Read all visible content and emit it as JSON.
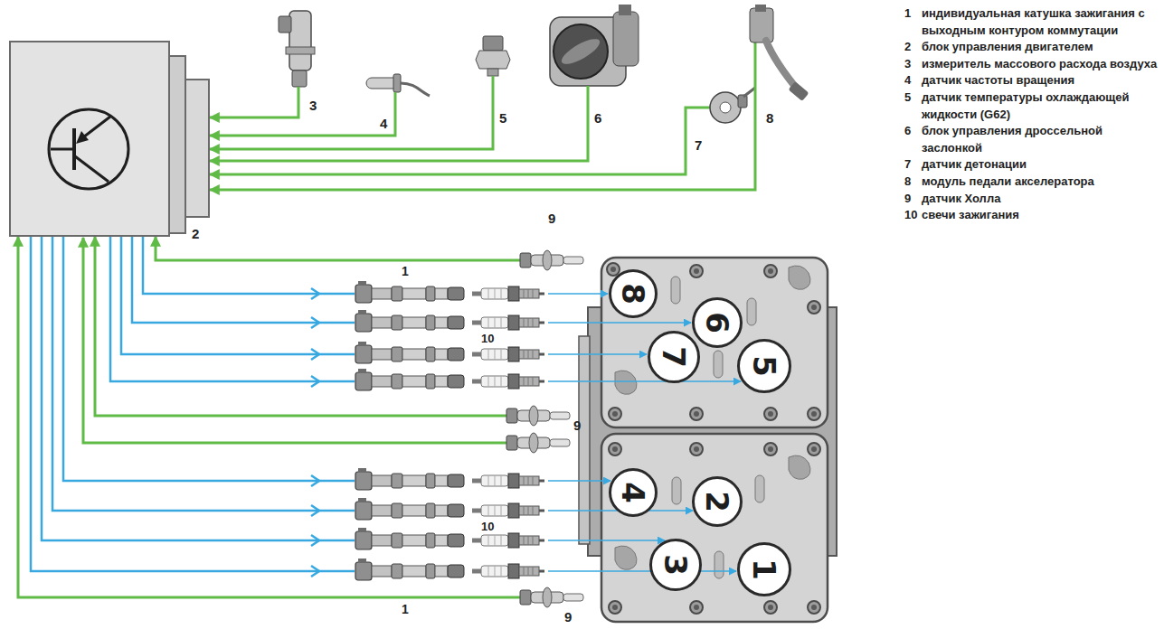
{
  "diagram": {
    "nodes": [
      {
        "text": [
          "2"
        ]
      },
      {
        "text": [
          "3"
        ]
      },
      {
        "text": [
          "4"
        ]
      },
      {
        "text": [
          "5"
        ]
      },
      {
        "text": [
          "6"
        ]
      },
      {
        "text": [
          "7"
        ]
      },
      {
        "text": [
          "8"
        ]
      },
      {
        "text": [
          "9"
        ]
      },
      {
        "text": [
          "9"
        ]
      },
      {
        "text": [
          "9"
        ]
      },
      {
        "text": [
          "8"
        ]
      },
      {
        "text": [
          "6"
        ]
      },
      {
        "text": [
          "7"
        ]
      },
      {
        "text": [
          "5"
        ]
      },
      {
        "text": [
          "4"
        ]
      },
      {
        "text": [
          "2"
        ]
      },
      {
        "text": [
          "3"
        ]
      },
      {
        "text": [
          "1"
        ]
      }
    ],
    "edges": [
      {
        "from": 1,
        "to": 0,
        "arrow": "to"
      },
      {
        "from": 2,
        "to": 0,
        "arrow": "to"
      },
      {
        "from": 3,
        "to": 0,
        "arrow": "to"
      },
      {
        "from": 4,
        "to": 0,
        "arrow": "to"
      },
      {
        "from": 5,
        "to": 0,
        "arrow": "to"
      },
      {
        "from": 6,
        "to": 0,
        "arrow": "to"
      },
      {
        "from": 7,
        "to": 0,
        "arrow": "to"
      },
      {
        "from": 8,
        "to": 0,
        "arrow": "to"
      },
      {
        "from": 9,
        "to": 0,
        "arrow": "to"
      }
    ],
    "labels": [
      "1",
      "индивидуальная катушка зажигания с выходным контуром коммутации",
      "2",
      "блок управления двигателем",
      "3",
      "измеритель массового расхода воздуха",
      "4",
      "датчик частоты вращения",
      "5",
      "датчик температуры охлаждающей жидкости (G62)",
      "6",
      "блок управления дроссельной заслонкой",
      "7",
      "датчик детонации",
      "8",
      "модуль педали акселератора",
      "9",
      "датчик Холла",
      "10",
      "свечи зажигания",
      "1",
      "1",
      "10",
      "10"
    ]
  }
}
